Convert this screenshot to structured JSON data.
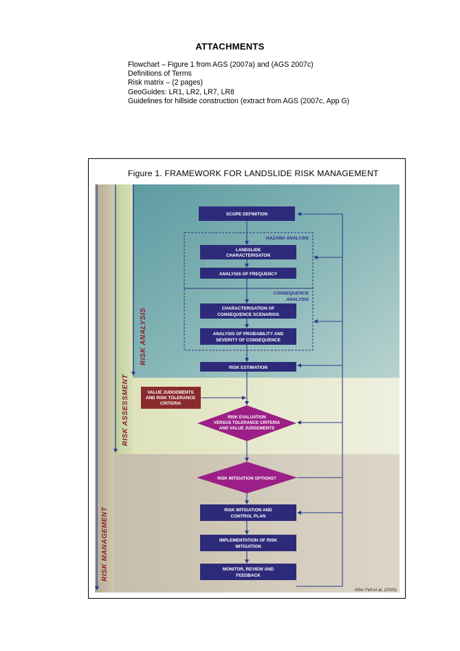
{
  "header": {
    "title": "ATTACHMENTS"
  },
  "attachments": [
    "Flowchart – Figure 1 from AGS (2007a) and (AGS 2007c)",
    "Definitions of Terms",
    "Risk matrix – (2 pages)",
    "GeoGuides: LR1, LR2, LR7, LR8",
    "Guidelines for hillside construction (extract from AGS (2007c, App G)"
  ],
  "figure": {
    "title": "Figure 1.  FRAMEWORK FOR LANDSLIDE RISK MANAGEMENT",
    "zones": {
      "risk_analysis": "RISK ANALYSIS",
      "risk_assessment": "RISK ASSESSMENT",
      "risk_management": "RISK MANAGEMENT"
    },
    "sections": {
      "hazard_analysis": "HAZARD ANALYSIS",
      "consequence_line1": "CONSEQUENCE",
      "consequence_line2": "ANALYSIS"
    },
    "boxes": {
      "scope_definition": "SCOPE DEFINITION",
      "landslide_line1": "LANDSLIDE",
      "landslide_line2": "CHARACTERISATON",
      "analysis_frequency": "ANALYSIS OF FREQUENCY",
      "characterisation_line1": "CHARACTERISATION OF",
      "characterisation_line2": "CONSEQUENCE SCENARIOS",
      "probability_line1": "ANALYSIS OF PROBABILITY AND",
      "probability_line2": "SEVERITY OF CONSEQUENCE",
      "risk_estimation": "RISK ESTIMATION",
      "value_line1": "VALUE JUDGEMENTS",
      "value_line2": "AND RISK TOLERANCE",
      "value_line3": "CRITERIA",
      "mitigation_plan_line1": "RISK MITIGATION AND",
      "mitigation_plan_line2": "CONTROL PLAN",
      "implementation_line1": "IMPLEMENTATION OF RISK",
      "implementation_line2": "MITIGATION",
      "monitor_line1": "MONITOR, REVIEW AND",
      "monitor_line2": "FEEDBACK"
    },
    "decisions": {
      "evaluation_line1": "RISK EVALUATION",
      "evaluation_line2": "VERSUS TOLERANCE CRITERIA",
      "evaluation_line3": "AND VALUE JUDGEMENTS",
      "mitigation_options": "RISK MITIGATION OPTIONS?"
    },
    "credit": "After Fell et al, (2005)",
    "colors": {
      "box": "#2e2a7a",
      "value_box": "#8b2a2c",
      "diamond": "#9b1f86",
      "arrow": "#2a3a8a",
      "zone_analysis": "#7fb0b3",
      "zone_assessment": "#e6e9cf",
      "zone_management": "#d3cbbb"
    }
  }
}
